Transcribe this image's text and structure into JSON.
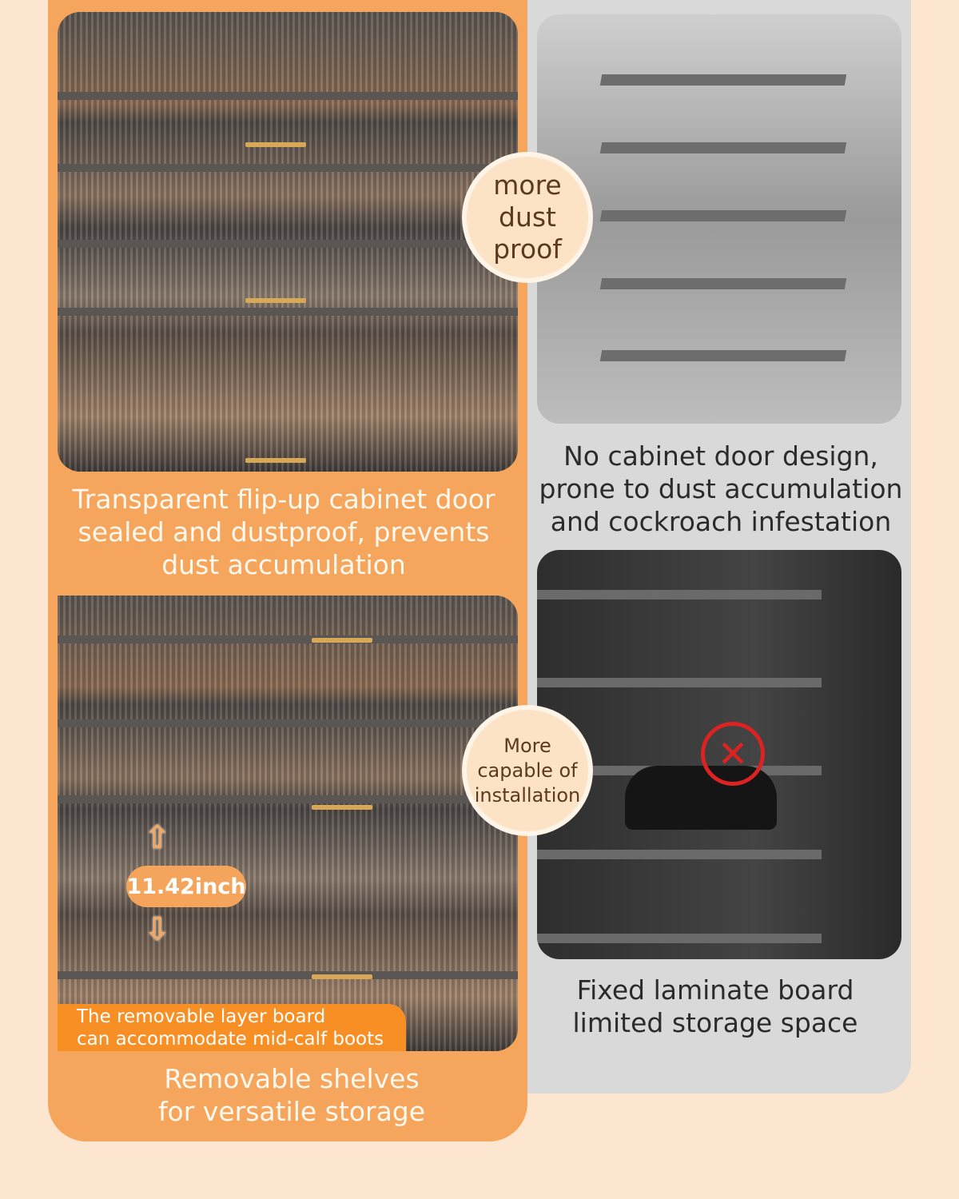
{
  "comparison": {
    "ours_top": {
      "caption": [
        "Transparent flip-up cabinet door",
        "sealed and dustproof, prevents",
        "dust accumulation"
      ]
    },
    "theirs_top": {
      "caption": [
        "No cabinet door design,",
        "prone to dust accumulation",
        "and cockroach infestation"
      ]
    },
    "badge_top": [
      "more",
      "dust",
      "proof"
    ],
    "ours_bottom": {
      "caption": [
        "Removable shelves",
        "for versatile storage"
      ],
      "note": [
        "The removable layer board",
        "can accommodate mid-calf boots"
      ],
      "height_label": "11.42inch"
    },
    "theirs_bottom": {
      "caption": [
        "Fixed laminate board",
        "limited storage space"
      ]
    },
    "badge_bottom": [
      "More",
      "capable of",
      "installation"
    ]
  },
  "colors": {
    "orange_panel": "#f6a65c",
    "gray_panel": "#d9d9d9",
    "background": "#fde6cf",
    "note_orange": "#f78f25"
  }
}
